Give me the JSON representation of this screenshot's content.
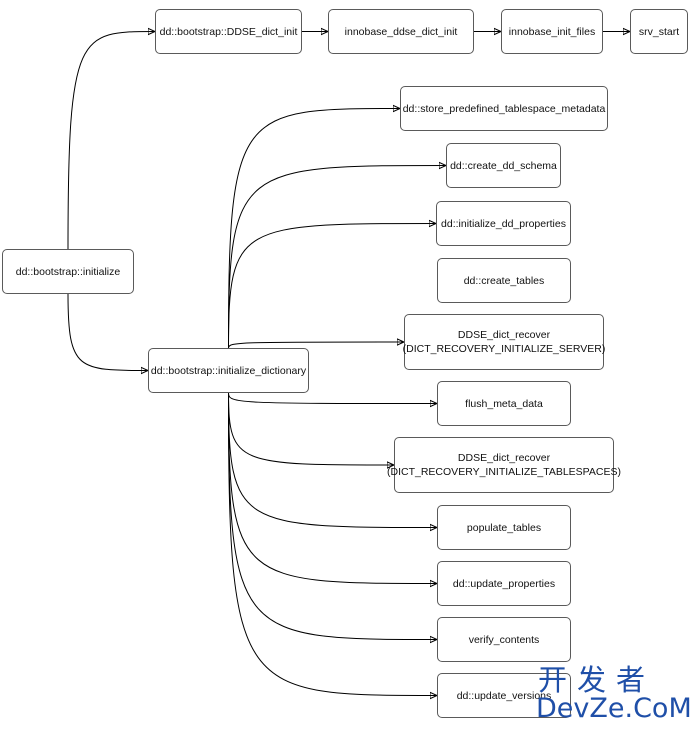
{
  "diagram": {
    "nodes": [
      {
        "id": "bootstrap_initialize",
        "label": "dd::bootstrap::initialize"
      },
      {
        "id": "ddse_dict_init",
        "label": "dd::bootstrap::DDSE_dict_init"
      },
      {
        "id": "innobase_ddse_dict_init",
        "label": "innobase_ddse_dict_init"
      },
      {
        "id": "innobase_init_files",
        "label": "innobase_init_files"
      },
      {
        "id": "srv_start",
        "label": "srv_start"
      },
      {
        "id": "initialize_dictionary",
        "label": "dd::bootstrap::initialize_dictionary"
      },
      {
        "id": "store_predefined_tablespace_metadata",
        "label": "dd::store_predefined_tablespace_metadata"
      },
      {
        "id": "create_dd_schema",
        "label": "dd::create_dd_schema"
      },
      {
        "id": "initialize_dd_properties",
        "label": "dd::initialize_dd_properties"
      },
      {
        "id": "create_tables",
        "label": "dd::create_tables"
      },
      {
        "id": "ddse_dict_recover_server",
        "label": "DDSE_dict_recover\n(DICT_RECOVERY_INITIALIZE_SERVER)"
      },
      {
        "id": "flush_meta_data",
        "label": "flush_meta_data"
      },
      {
        "id": "ddse_dict_recover_tablespaces",
        "label": "DDSE_dict_recover\n(DICT_RECOVERY_INITIALIZE_TABLESPACES)"
      },
      {
        "id": "populate_tables",
        "label": "populate_tables"
      },
      {
        "id": "update_properties",
        "label": "dd::update_properties"
      },
      {
        "id": "verify_contents",
        "label": "verify_contents"
      },
      {
        "id": "update_versions",
        "label": "dd::update_versions"
      }
    ],
    "edges": [
      {
        "from": "bootstrap_initialize",
        "to": "ddse_dict_init"
      },
      {
        "from": "ddse_dict_init",
        "to": "innobase_ddse_dict_init"
      },
      {
        "from": "innobase_ddse_dict_init",
        "to": "innobase_init_files"
      },
      {
        "from": "innobase_init_files",
        "to": "srv_start"
      },
      {
        "from": "bootstrap_initialize",
        "to": "initialize_dictionary"
      },
      {
        "from": "initialize_dictionary",
        "to": "store_predefined_tablespace_metadata"
      },
      {
        "from": "initialize_dictionary",
        "to": "create_dd_schema"
      },
      {
        "from": "initialize_dictionary",
        "to": "initialize_dd_properties"
      },
      {
        "from": "initialize_dictionary",
        "to": "ddse_dict_recover_server"
      },
      {
        "from": "initialize_dictionary",
        "to": "flush_meta_data"
      },
      {
        "from": "initialize_dictionary",
        "to": "ddse_dict_recover_tablespaces"
      },
      {
        "from": "initialize_dictionary",
        "to": "populate_tables"
      },
      {
        "from": "initialize_dictionary",
        "to": "update_properties"
      },
      {
        "from": "initialize_dictionary",
        "to": "verify_contents"
      },
      {
        "from": "initialize_dictionary",
        "to": "update_versions"
      }
    ]
  },
  "watermark": {
    "cn": "开发者",
    "en": "DevZe.CoM",
    "color": "#1f4fa8"
  },
  "colors": {
    "stroke": "#000000",
    "node_border": "#5a5a5a",
    "background": "#ffffff"
  }
}
